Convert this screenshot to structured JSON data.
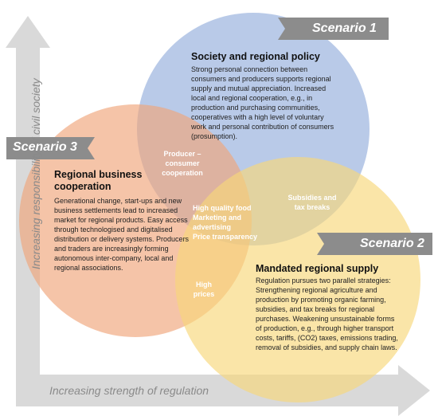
{
  "axes": {
    "y_label": "Increasing responsibility of civil society",
    "x_label": "Increasing strength of regulation"
  },
  "scenario1": {
    "label": "Scenario 1",
    "title": "Society and regional policy",
    "text": "Strong personal connection between consumers and producers supports regional supply and mutual appreciation. Increased local and regional cooperation, e.g., in production and purchasing communities, cooperatives with a high level of voluntary work and personal contribution of consumers (prosumption).",
    "color": "#7f9fd6"
  },
  "scenario3": {
    "label": "Scenario 3",
    "title": "Regional business cooperation",
    "text": "Generational change, start-ups and new business settlements lead to increased market for regional products. Easy access through technologised and digitalised distribution or delivery systems. Producers and traders are increasingly forming autonomous inter-company, local and regional associations.",
    "color": "#f0a47a"
  },
  "scenario2": {
    "label": "Scenario 2",
    "title": "Mandated regional supply",
    "text": "Regulation pursues two parallel strategies: Strengthening regional agriculture and production by promoting organic farming, subsidies, and tax breaks for regional purchases. Weakening unsustainable forms of production, e.g., through higher transport costs, tariffs, (CO2) taxes, emissions trading, removal of subsidies, and supply chain laws.",
    "color": "#f7d77a"
  },
  "overlaps": {
    "s1_s3": "Producer – consumer cooperation",
    "s1_s2": "Subsidies and tax breaks",
    "s2_s3": "High prices",
    "center_lines": [
      "High quality food",
      "Marketing and advertising",
      "Price transparency"
    ]
  },
  "colors": {
    "arrow": "#d9d9d9",
    "label_box": "#8c8c8c"
  }
}
